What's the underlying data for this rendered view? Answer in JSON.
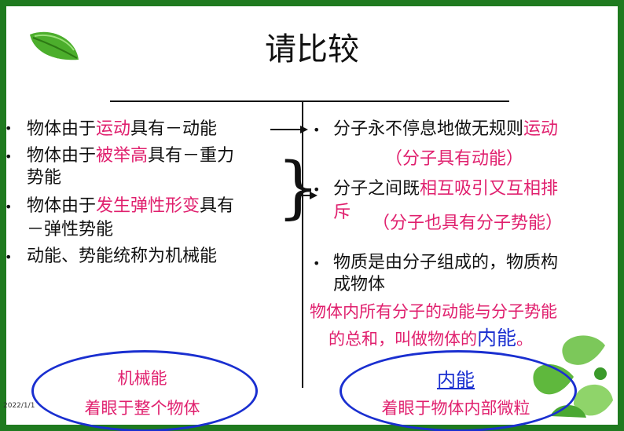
{
  "title": "请比较",
  "left": {
    "item1_pre": "物体由于",
    "item1_hl": "运动",
    "item1_post": "具有－动能",
    "item2_pre": "物体由于",
    "item2_hl": "被举高",
    "item2_post": "具有－重力",
    "item2_line2": "势能",
    "item3_pre": "物体由于",
    "item3_hl": "发生弹性形变",
    "item3_post": "具有",
    "item3_line2": "－弹性势能",
    "item4": "动能、势能统称为机械能"
  },
  "right": {
    "item1_pre": "分子永不停息地做无规则",
    "item1_hl": "运动",
    "item1_note": "（分子具有动能）",
    "item2_pre": "分子之间既",
    "item2_hl": "相互吸引又互相排",
    "item2_hl2": "斥",
    "item2_note": "（分子也具有分子势能）",
    "item3_line1": "物质是由分子组成的，物质构",
    "item3_line2": "成物体",
    "def_line1": "物体内所有分子的动能与分子势能",
    "def_line2_pre": "的总和，叫做物体的",
    "def_line2_key": "内能",
    "def_line2_end": "。"
  },
  "bottom": {
    "left_title": "机械能",
    "left_sub": "着眼于整个物体",
    "right_title": "内能",
    "right_sub": "着眼于物体内部微粒"
  },
  "bullet_char": "•",
  "brace_char": "}",
  "date": "2022/1/1",
  "colors": {
    "frame": "#1f7a1f",
    "highlight": "#e0206e",
    "ellipse": "#1a2fd0",
    "key": "#1a2fd0"
  }
}
